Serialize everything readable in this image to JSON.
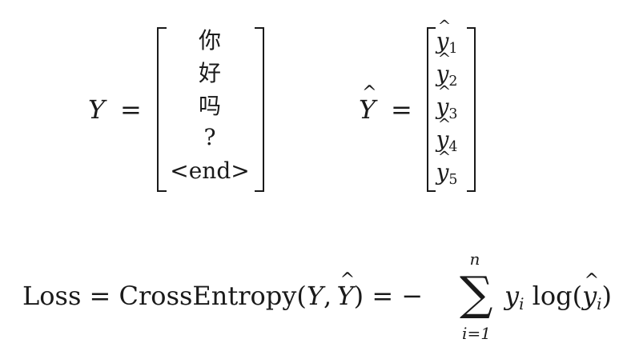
{
  "matrix_y": {
    "lhs": "Y",
    "equals": "=",
    "entries": [
      "你",
      "好",
      "吗",
      "?",
      "<end>"
    ]
  },
  "matrix_yhat": {
    "lhs_base": "Y",
    "hat": "^",
    "equals": "=",
    "entries": [
      {
        "base": "y",
        "sub": "1"
      },
      {
        "base": "y",
        "sub": "2"
      },
      {
        "base": "y",
        "sub": "3"
      },
      {
        "base": "y",
        "sub": "4"
      },
      {
        "base": "y",
        "sub": "5"
      }
    ]
  },
  "loss": {
    "lhs": "Loss",
    "equals1": "=",
    "func": "CrossEntropy",
    "open_paren": "(",
    "arg1": "Y",
    "comma": ",",
    "arg2": "Y",
    "close_paren": ")",
    "equals2": "=",
    "minus": "−",
    "sum_symbol": "∑",
    "upper_limit": "n",
    "lower_limit": "i=1",
    "term_base": "y",
    "term_sub": "i",
    "log": "log",
    "log_arg_base": "y",
    "log_arg_sub": "i"
  }
}
